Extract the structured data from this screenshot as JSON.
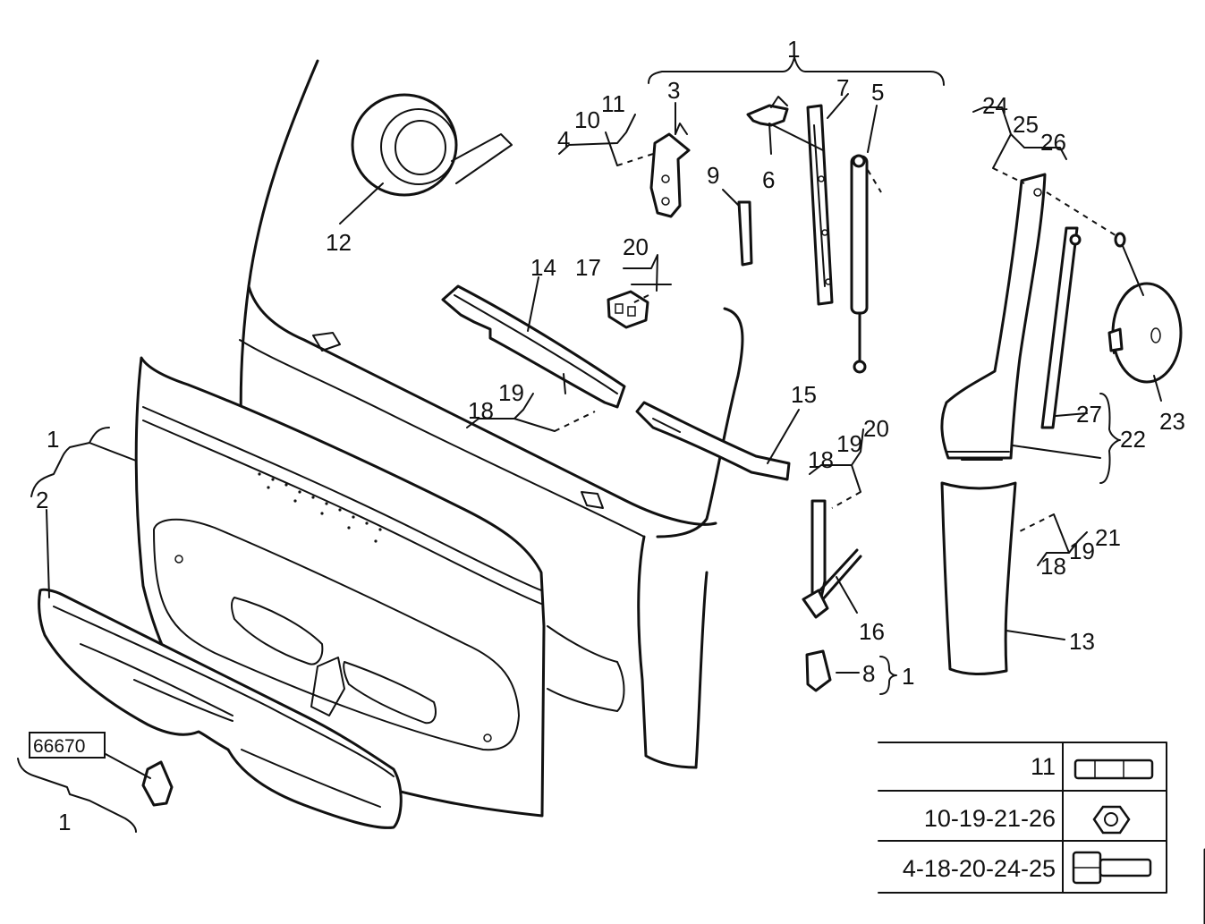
{
  "callouts": {
    "c1_top": "1",
    "c1_left": "1",
    "c1_bottom": "1",
    "c1_right": "1",
    "c2": "2",
    "c3": "3",
    "c4": "4",
    "c5": "5",
    "c6": "6",
    "c7": "7",
    "c8": "8",
    "c9": "9",
    "c10": "10",
    "c11": "11",
    "c12": "12",
    "c13": "13",
    "c14": "14",
    "c15": "15",
    "c16": "16",
    "c17": "17",
    "c18_a": "18",
    "c18_b": "18",
    "c18_c": "18",
    "c19_a": "19",
    "c19_b": "19",
    "c19_c": "19",
    "c20_a": "20",
    "c20_b": "20",
    "c21": "21",
    "c22": "22",
    "c23": "23",
    "c24": "24",
    "c25": "25",
    "c26": "26",
    "c27": "27"
  },
  "boxed_ref": "66670",
  "legend": {
    "rows": [
      {
        "text": "11",
        "icon": "rivet-icon"
      },
      {
        "text": "10-19-21-26",
        "icon": "nut-icon"
      },
      {
        "text": "4-18-20-24-25",
        "icon": "bolt-icon"
      }
    ]
  }
}
